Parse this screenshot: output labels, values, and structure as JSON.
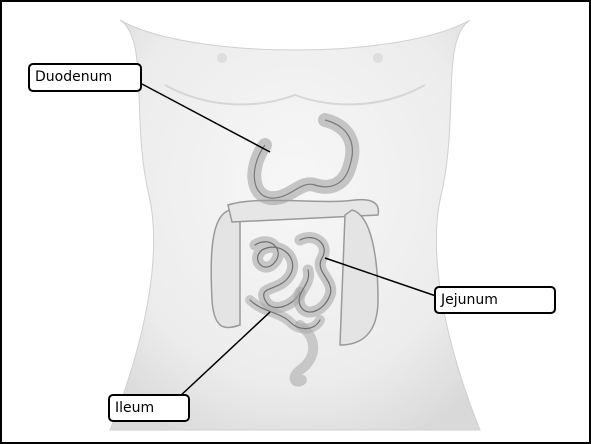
{
  "diagram": {
    "labels": {
      "duodenum": "Duodenum",
      "jejunum": "Jejunum",
      "ileum": "Ileum"
    }
  }
}
